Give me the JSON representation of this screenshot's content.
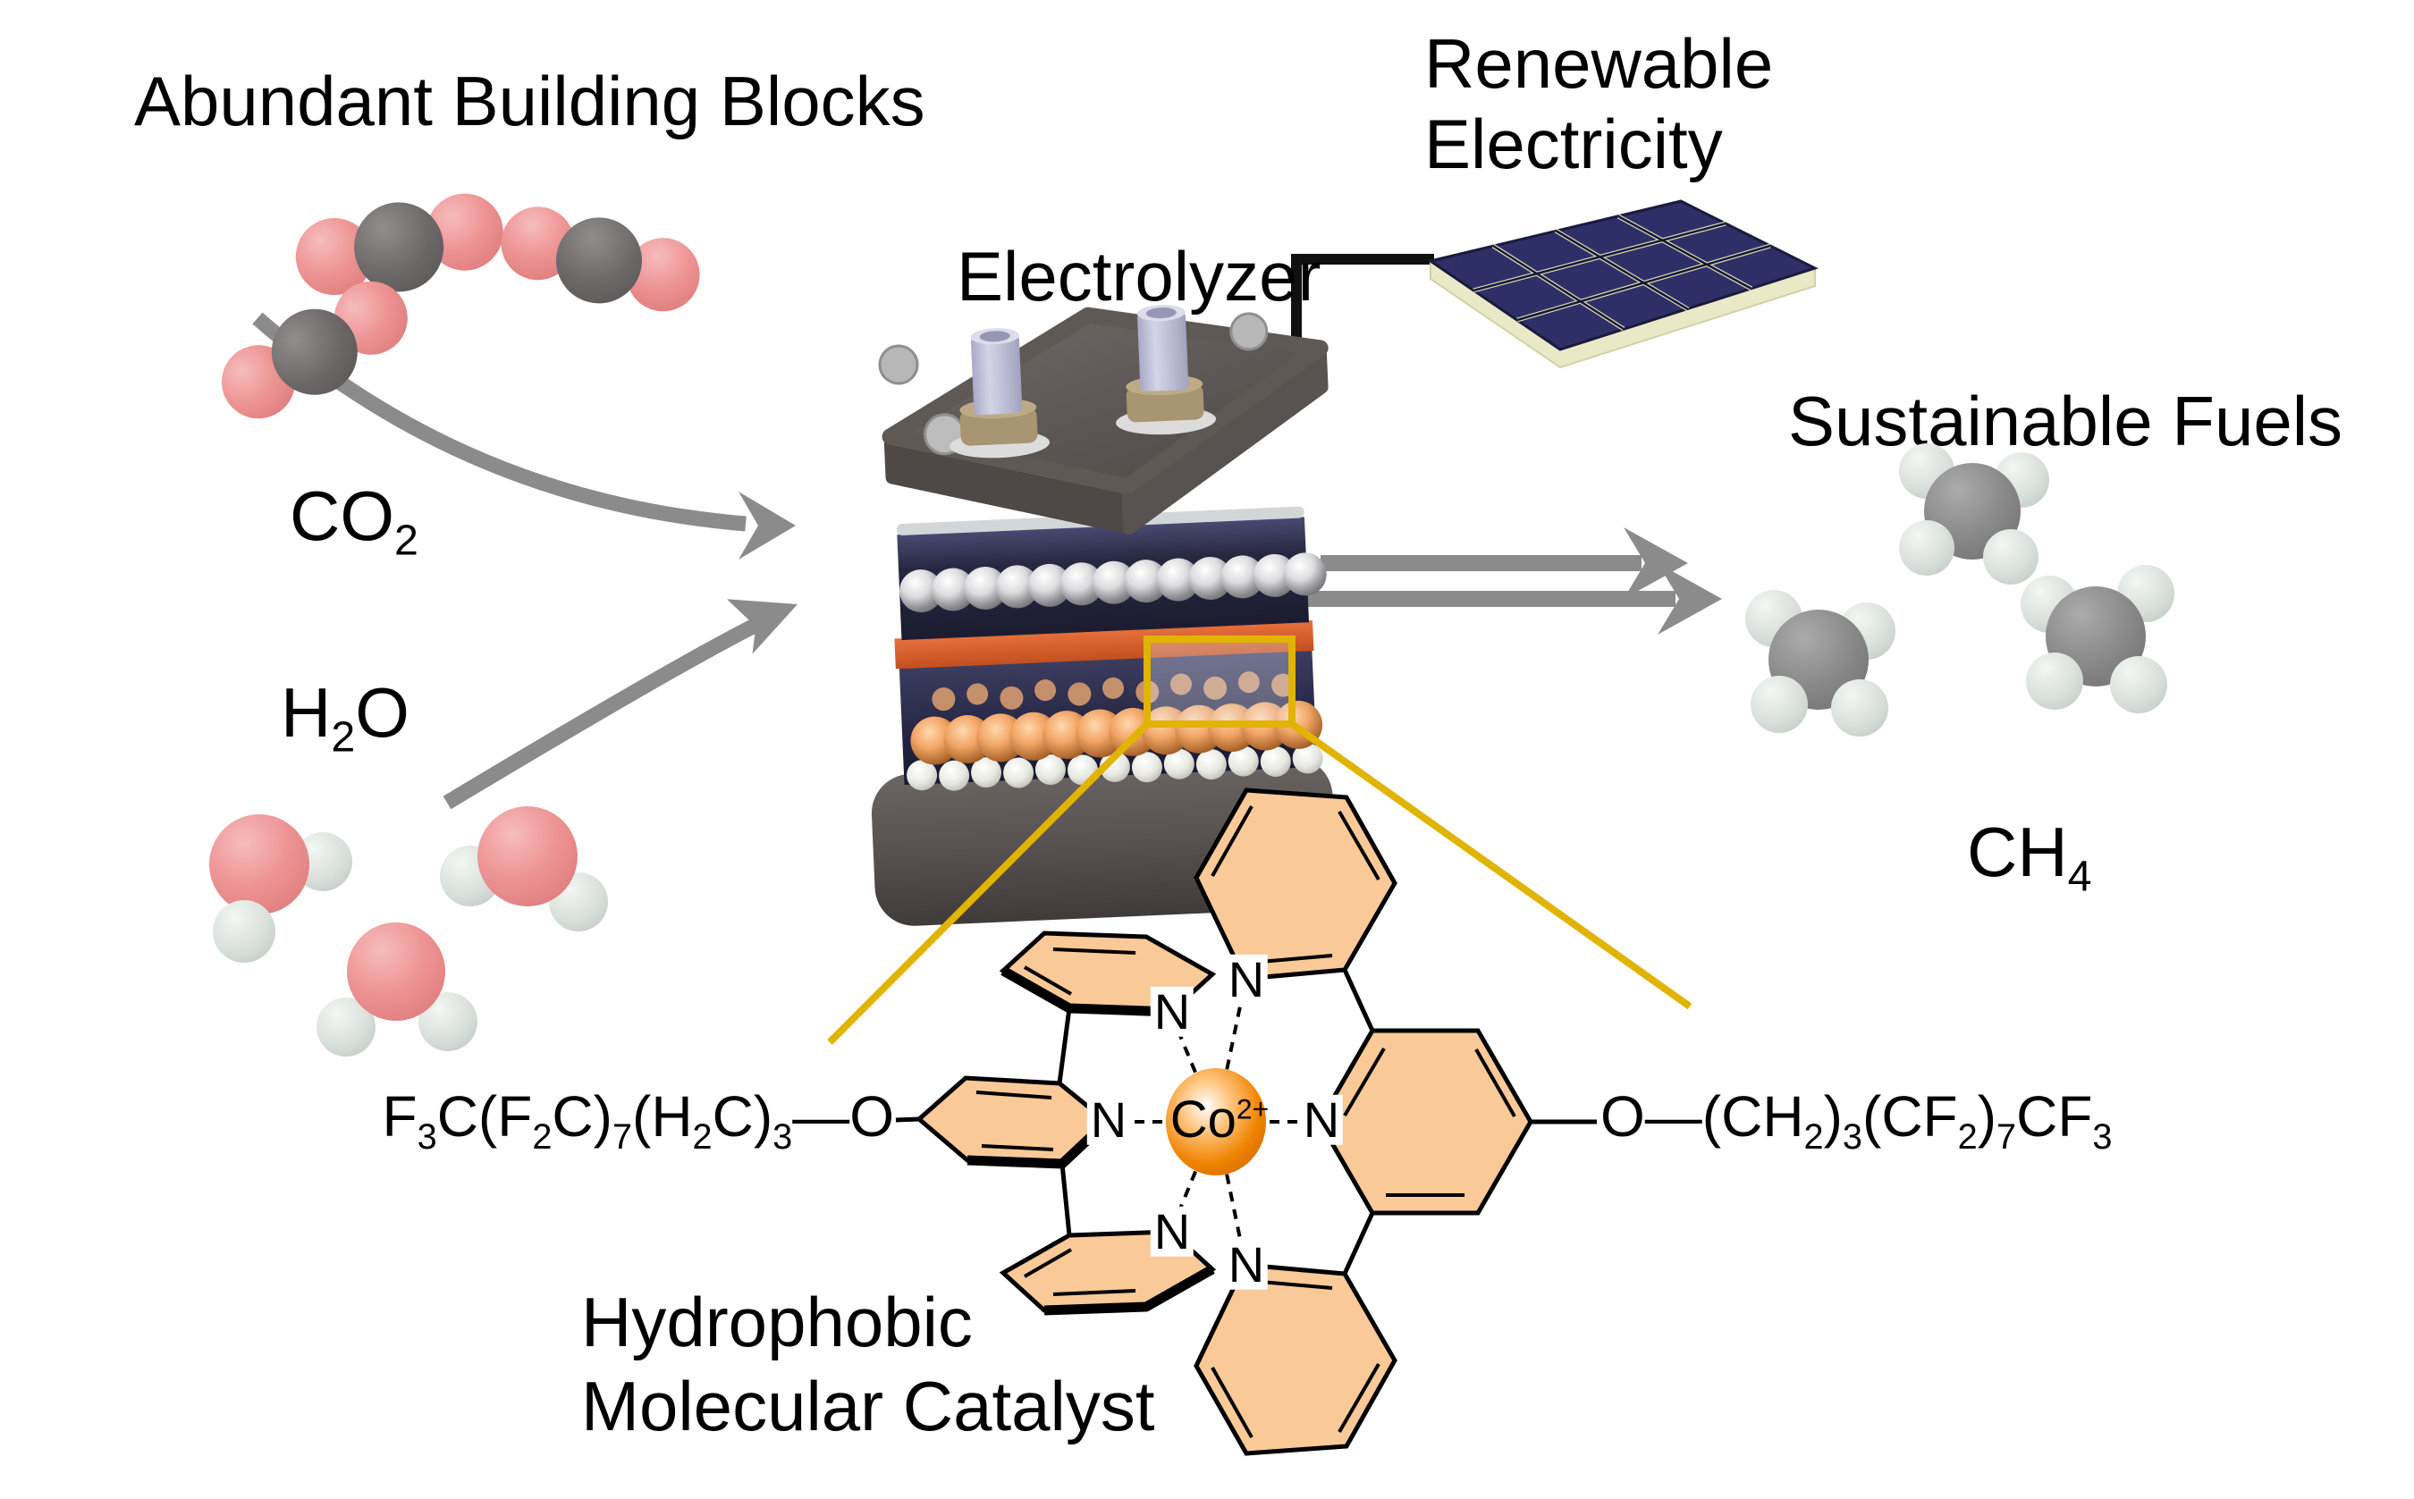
{
  "figure": {
    "abundant_title": "Abundant Building Blocks",
    "renewable_line1": "Renewable",
    "renewable_line2": "Electricity",
    "electrolyzer_label": "Electrolyzer",
    "sustainable_title": "Sustainable Fuels",
    "catalyst_caption_line1": "Hydrophobic",
    "catalyst_caption_line2": "Molecular Catalyst"
  },
  "formulas": {
    "co2": [
      {
        "t": "CO"
      },
      {
        "sub": "2"
      }
    ],
    "h2o": [
      {
        "t": "H"
      },
      {
        "sub": "2"
      },
      {
        "t": "O"
      }
    ],
    "ch4": [
      {
        "t": "CH"
      },
      {
        "sub": "4"
      }
    ],
    "cobalt": [
      {
        "t": "Co"
      },
      {
        "sup": "2+"
      }
    ],
    "left_chain": [
      {
        "t": "F"
      },
      {
        "sub": "3"
      },
      {
        "t": "C(F"
      },
      {
        "sub": "2"
      },
      {
        "t": "C)"
      },
      {
        "sub": "7"
      },
      {
        "t": "(H"
      },
      {
        "sub": "2"
      },
      {
        "t": "C)"
      },
      {
        "sub": "3"
      },
      {
        "t": "—O"
      }
    ],
    "right_chain": [
      {
        "t": "O—(CH"
      },
      {
        "sub": "2"
      },
      {
        "t": ")"
      },
      {
        "sub": "3"
      },
      {
        "t": "(CF"
      },
      {
        "sub": "2"
      },
      {
        "t": ")"
      },
      {
        "sub": "7"
      },
      {
        "t": "CF"
      },
      {
        "sub": "3"
      }
    ]
  },
  "catalyst": {
    "metal": "cobalt",
    "nitrogens": [
      "N",
      "N",
      "N",
      "N",
      "N",
      "N"
    ]
  },
  "colors": {
    "callout_yellow": "#e0b400",
    "membrane_orange": "#d65f2e",
    "ring_fill_orange": "#f9c998",
    "cobalt_orange": "#f08300",
    "arrow_gray": "#8b8b8b",
    "solar_cell_blue": "#2f2f68",
    "solar_base_cream": "#e9e9c8",
    "plate_gray": "#5d5755",
    "oxygen_pink": "#ee9494",
    "carbon_gray": "#6b6767",
    "hydrogen_gray": "#d9dfda",
    "wire_black": "#101010"
  }
}
